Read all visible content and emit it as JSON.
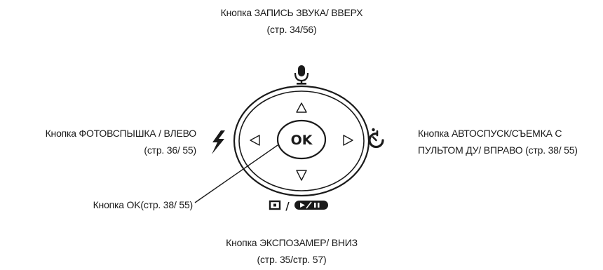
{
  "labels": {
    "up": {
      "line1": "Кнопка ЗАПИСЬ ЗВУКА/ ВВЕРХ",
      "line2": "(стр. 34/56)"
    },
    "down": {
      "line1": "Кнопка ЭКСПОЗАМЕР/ ВНИЗ",
      "line2": "(стр. 35/стр. 57)"
    },
    "left": {
      "line1": "Кнопка ФОТОВСПЫШКА / ВЛЕВО",
      "line2": "(стр. 36/ 55)"
    },
    "right": {
      "line1": "Кнопка АВТОСПУСК/СЪЕМКА С",
      "line2": "ПУЛЬТОМ ДУ/ ВПРАВО (стр. 38/ 55)"
    },
    "ok": "Кнопка OK(стр. 38/ 55)"
  },
  "pad": {
    "center_label": "OK",
    "icons": {
      "top": "microphone-icon",
      "left": "flash-icon",
      "right": "self-timer-icon",
      "bottom": "metering-playback-pause-icon"
    },
    "bottom_icon_separator": "/"
  },
  "colors": {
    "ink": "#1a1a1a",
    "background": "#ffffff"
  }
}
